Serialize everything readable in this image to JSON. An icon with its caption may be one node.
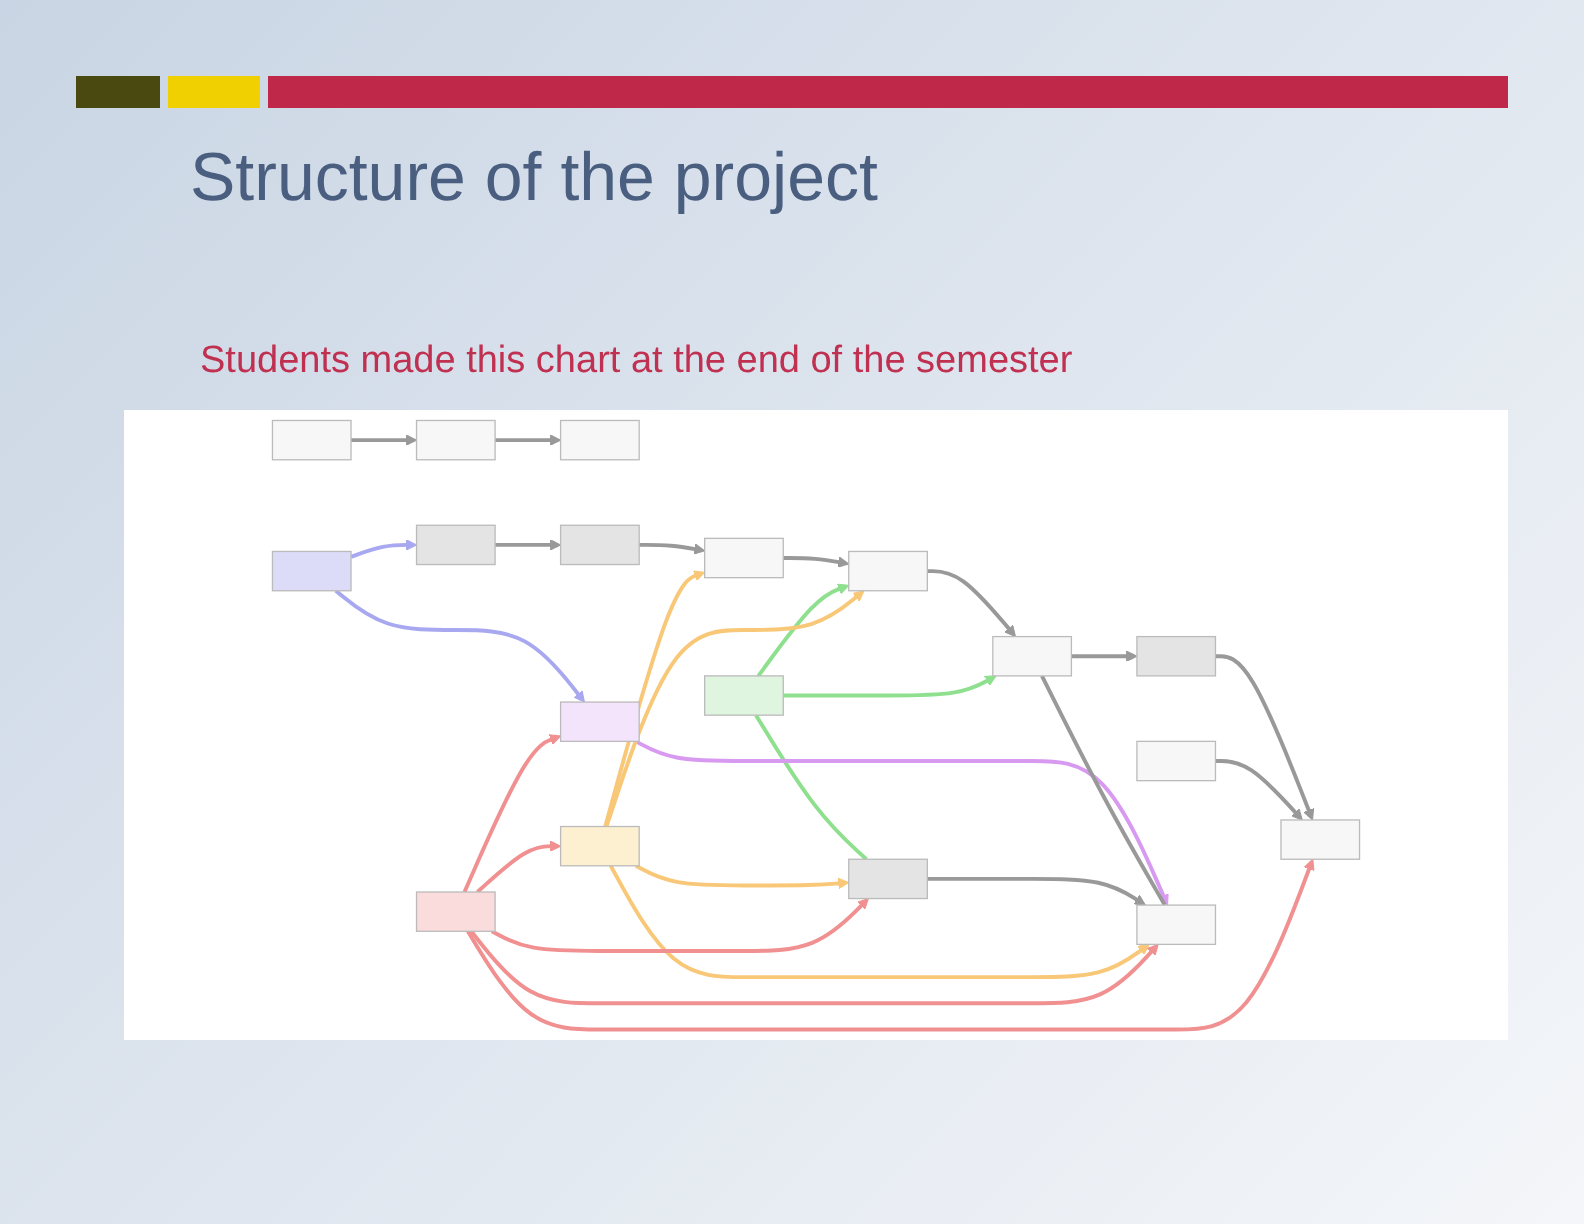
{
  "diagram": {
    "title": "Structure of the project",
    "labels": [
      "Students made this chart at the end of the semester"
    ],
    "nodes": [
      {
        "text": [],
        "shape": "box"
      },
      {
        "text": [],
        "shape": "box"
      },
      {
        "text": [],
        "shape": "box"
      },
      {
        "text": [],
        "shape": "box"
      },
      {
        "text": [],
        "shape": "box"
      },
      {
        "text": [],
        "shape": "box"
      },
      {
        "text": [],
        "shape": "box"
      },
      {
        "text": [],
        "shape": "box"
      },
      {
        "text": [],
        "shape": "box"
      },
      {
        "text": [],
        "shape": "box"
      },
      {
        "text": [],
        "shape": "box"
      },
      {
        "text": [],
        "shape": "box"
      },
      {
        "text": [],
        "shape": "box"
      },
      {
        "text": [],
        "shape": "box"
      },
      {
        "text": [],
        "shape": "box"
      },
      {
        "text": [],
        "shape": "box"
      },
      {
        "text": [],
        "shape": "box"
      },
      {
        "text": [],
        "shape": "box"
      }
    ],
    "edges": [
      {
        "from": 0,
        "to": 1,
        "arrow": "to"
      },
      {
        "from": 1,
        "to": 2,
        "arrow": "to"
      },
      {
        "from": 4,
        "to": 5,
        "arrow": "to"
      },
      {
        "from": 5,
        "to": 6,
        "arrow": "to"
      },
      {
        "from": 6,
        "to": 7,
        "arrow": "to"
      },
      {
        "from": 7,
        "to": 8,
        "arrow": "to"
      },
      {
        "from": 8,
        "to": 9,
        "arrow": "to"
      },
      {
        "from": 9,
        "to": 11,
        "arrow": "to"
      },
      {
        "from": 10,
        "to": 11,
        "arrow": "to"
      },
      {
        "from": 3,
        "to": 7,
        "arrow": "to",
        "color": "#8ee08e"
      },
      {
        "from": 3,
        "to": 8,
        "arrow": "to",
        "color": "#8ee08e"
      },
      {
        "from": 3,
        "to": 14,
        "arrow": "none",
        "color": "#8ee08e"
      },
      {
        "from": 12,
        "to": 4,
        "arrow": "to",
        "color": "#a8a8f0"
      },
      {
        "from": 12,
        "to": 13,
        "arrow": "to",
        "color": "#a8a8f0"
      },
      {
        "from": 13,
        "to": 15,
        "arrow": "to",
        "color": "#d89af0"
      },
      {
        "from": 8,
        "to": 15,
        "arrow": "none"
      },
      {
        "from": 14,
        "to": 15,
        "arrow": "to"
      },
      {
        "from": 16,
        "to": 6,
        "arrow": "to",
        "color": "#f8c878"
      },
      {
        "from": 16,
        "to": 7,
        "arrow": "to",
        "color": "#f8c878"
      },
      {
        "from": 16,
        "to": 14,
        "arrow": "to",
        "color": "#f8c878"
      },
      {
        "from": 16,
        "to": 15,
        "arrow": "to",
        "color": "#f8c878"
      },
      {
        "from": 17,
        "to": 16,
        "arrow": "to",
        "color": "#f09090"
      },
      {
        "from": 17,
        "to": 13,
        "arrow": "to",
        "color": "#f09090"
      },
      {
        "from": 17,
        "to": 14,
        "arrow": "to",
        "color": "#f09090"
      },
      {
        "from": 17,
        "to": 15,
        "arrow": "to",
        "color": "#f09090"
      },
      {
        "from": 17,
        "to": 11,
        "arrow": "to",
        "color": "#f09090"
      }
    ]
  }
}
